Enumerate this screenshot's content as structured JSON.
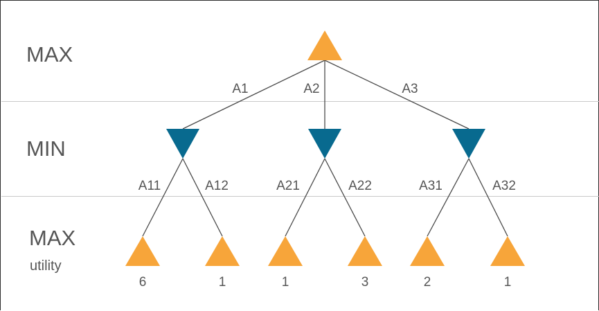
{
  "levels": {
    "top": "MAX",
    "middle": "MIN",
    "bottom": "MAX",
    "bottom_sub": "utility"
  },
  "colors": {
    "max_node": "#F7A53A",
    "min_node": "#086A8F",
    "edge": "#4a4a4a",
    "divider": "#c9c9c9"
  },
  "root_edges": [
    "A1",
    "A2",
    "A3"
  ],
  "min_nodes": [
    {
      "edges": [
        "A11",
        "A12"
      ],
      "utilities": [
        "6",
        "1"
      ]
    },
    {
      "edges": [
        "A21",
        "A22"
      ],
      "utilities": [
        "1",
        "3"
      ]
    },
    {
      "edges": [
        "A31",
        "A32"
      ],
      "utilities": [
        "2",
        "1"
      ]
    }
  ]
}
